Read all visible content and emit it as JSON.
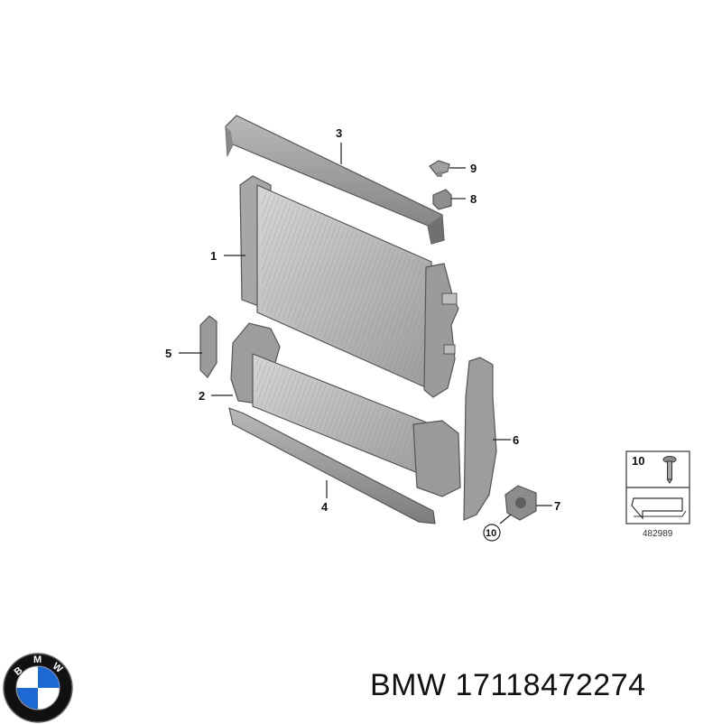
{
  "diagram": {
    "callouts": {
      "c1": "1",
      "c2": "2",
      "c3": "3",
      "c4": "4",
      "c5": "5",
      "c6": "6",
      "c7": "7",
      "c8": "8",
      "c9": "9",
      "c10": "10"
    },
    "legend": {
      "part_number": "10",
      "reference_code": "482989"
    },
    "colors": {
      "part_fill": "#9a9a9a",
      "part_light": "#cfcfcf",
      "part_dark": "#6b6b6b"
    }
  },
  "caption": {
    "brand": "BMW",
    "part_number": "17118472274"
  },
  "logo": {
    "letters": "BMW",
    "colors": {
      "blue": "#1c69d4",
      "white": "#ffffff",
      "black": "#111111"
    }
  }
}
